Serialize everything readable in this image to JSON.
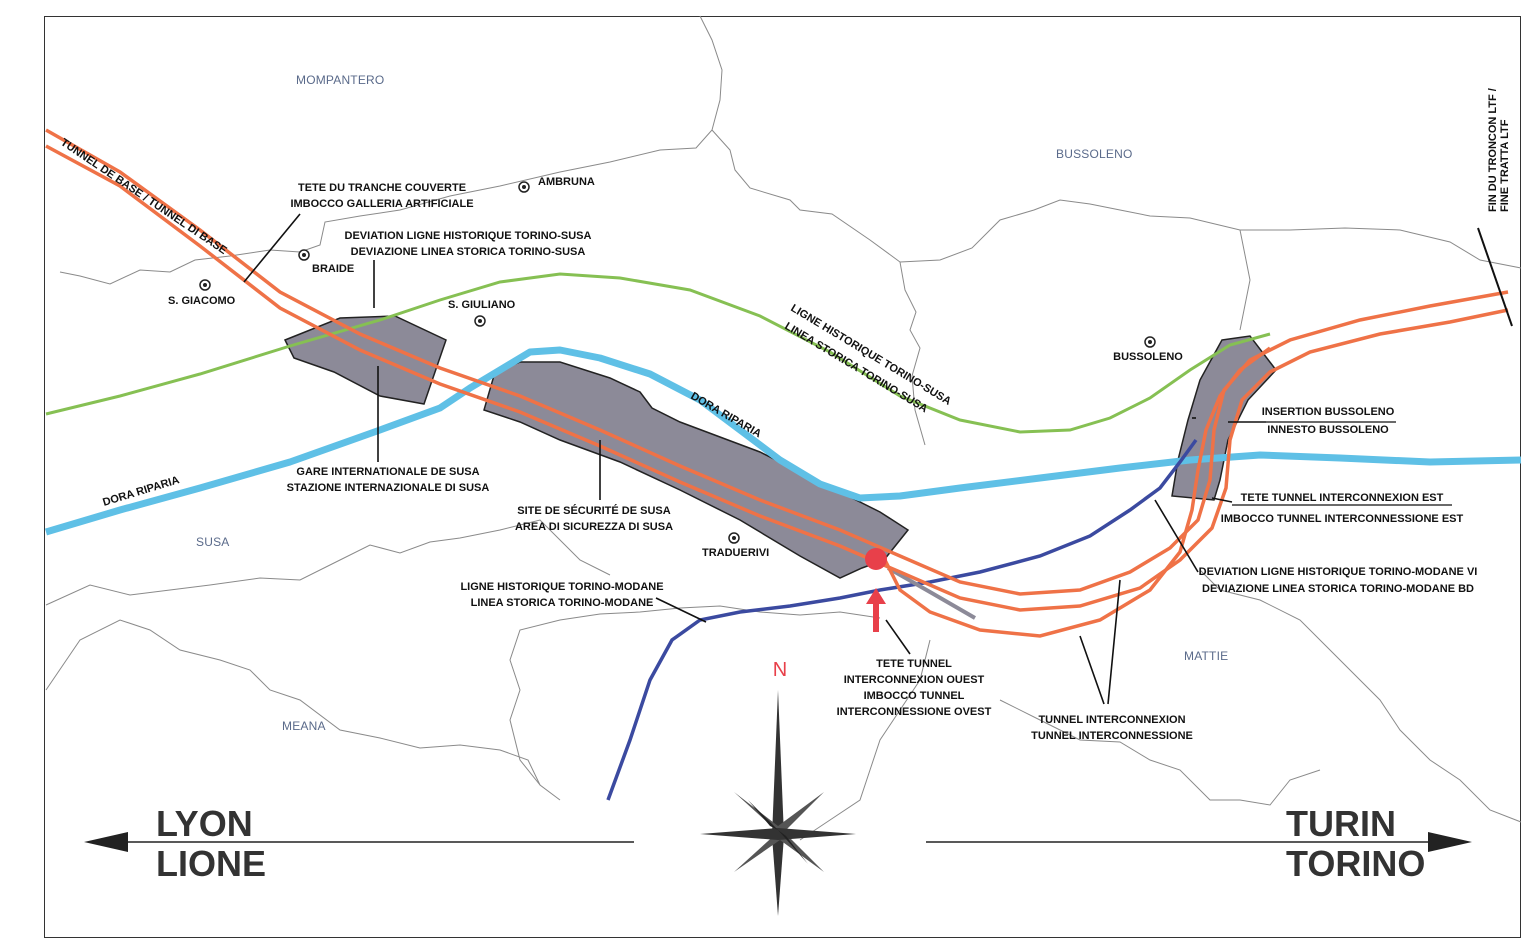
{
  "towns": {
    "mompantero": "MOMPANTERO",
    "bussoleno_area": "BUSSOLENO",
    "susa": "SUSA",
    "meana": "MEANA",
    "mattie": "MATTIE"
  },
  "places": {
    "ambruna": "AMBRUNA",
    "braide": "BRAIDE",
    "s_giacomo": "S. GIACOMO",
    "s_giuliano": "S. GIULIANO",
    "bussoleno": "BUSSOLENO",
    "traduerivi": "TRADUERIVI"
  },
  "labels": {
    "tunnel_base": "TUNNEL DE BASE / TUNNEL DI BASE",
    "tete_tranche_1": "TETE DU TRANCHE COUVERTE",
    "tete_tranche_2": "IMBOCCO GALLERIA ARTIFICIALE",
    "deviation_susa_1": "DEVIATION LIGNE HISTORIQUE TORINO-SUSA",
    "deviation_susa_2": "DEVIAZIONE LINEA STORICA TORINO-SUSA",
    "ligne_susa_1": "LIGNE HISTORIQUE TORINO-SUSA",
    "ligne_susa_2": "LINEA STORICA TORINO-SUSA",
    "dora_riparia_west": "DORA RIPARIA",
    "dora_riparia_east": "DORA RIPARIA",
    "gare_1": "GARE INTERNATIONALE DE SUSA",
    "gare_2": "STAZIONE INTERNAZIONALE DI SUSA",
    "site_1": "SITE DE SÉCURITÉ DE SUSA",
    "site_2": "AREA DI SICUREZZA DI SUSA",
    "modane_1": "LIGNE HISTORIQUE TORINO-MODANE",
    "modane_2": "LINEA STORICA TORINO-MODANE",
    "tete_ouest_1": "TETE TUNNEL",
    "tete_ouest_2": "INTERCONNEXION OUEST",
    "tete_ouest_3": "IMBOCCO TUNNEL",
    "tete_ouest_4": "INTERCONNESSIONE OVEST",
    "insertion_1": "INSERTION BUSSOLENO",
    "insertion_2": "INNESTO BUSSOLENO",
    "tete_est_1": "TETE TUNNEL INTERCONNEXION EST",
    "tete_est_2": "IMBOCCO TUNNEL INTERCONNESSIONE EST",
    "dev_modane_1": "DEVIATION LIGNE HISTORIQUE TORINO-MODANE VI",
    "dev_modane_2": "DEVIAZIONE LINEA STORICA TORINO-MODANE BD",
    "tunnel_inter_1": "TUNNEL INTERCONNEXION",
    "tunnel_inter_2": "TUNNEL INTERCONNESSIONE",
    "fin_1": "FIN DU TRONCON LTF /",
    "fin_2": "FINE TRATTA LTF"
  },
  "compass": {
    "north": "N"
  },
  "directions": {
    "west_1": "LYON",
    "west_2": "LIONE",
    "east_1": "TURIN",
    "east_2": "TORINO"
  },
  "colors": {
    "tunnel": "#ef7247",
    "historic_susa": "#86c053",
    "river": "#5fc0e6",
    "historic_modane": "#3b4aa0",
    "site_fill": "#8c8a98",
    "marker": "#e8404a"
  }
}
